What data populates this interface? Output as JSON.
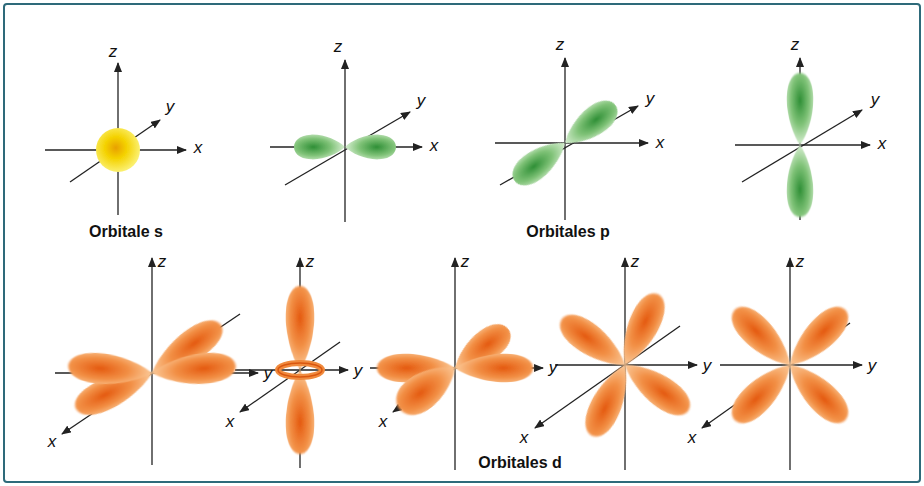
{
  "diagram": {
    "labels": [
      "z",
      "y",
      "x",
      "z",
      "y",
      "x",
      "z",
      "y",
      "x",
      "z",
      "y",
      "x",
      "Orbitale s",
      "Orbitales p",
      "z",
      "y",
      "x",
      "z",
      "y",
      "x",
      "z",
      "y",
      "x",
      "z",
      "y",
      "x",
      "z",
      "y",
      "x",
      "Orbitales d"
    ]
  }
}
